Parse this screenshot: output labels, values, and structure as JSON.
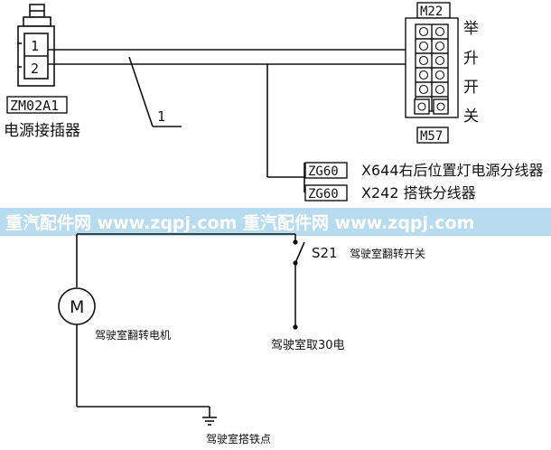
{
  "connector_left": {
    "code": "ZM02A1",
    "name": "电源接插器",
    "pins": [
      "1",
      "2"
    ]
  },
  "wire_label": "1",
  "switch_lift": {
    "top_code": "M22",
    "bottom_code": "M57",
    "vertical_label": [
      "举",
      "升",
      "开",
      "关"
    ]
  },
  "splitters": [
    {
      "code": "ZG60",
      "desc": "X644右后位置灯电源分线器"
    },
    {
      "code": "ZG60",
      "desc": "X242 搭铁分线器"
    }
  ],
  "watermark": {
    "text": "重汽配件网 www.zqpj.com 重汽配件网 www.zqpj.com",
    "bg": "#b7dcef"
  },
  "switch_s21": {
    "code": "S21",
    "name": "驾驶室翻转开关"
  },
  "motor": {
    "symbol": "M",
    "name": "驾驶室翻转电机"
  },
  "power_label": "驾驶室取30电",
  "ground_label": "驾驶室搭铁点"
}
